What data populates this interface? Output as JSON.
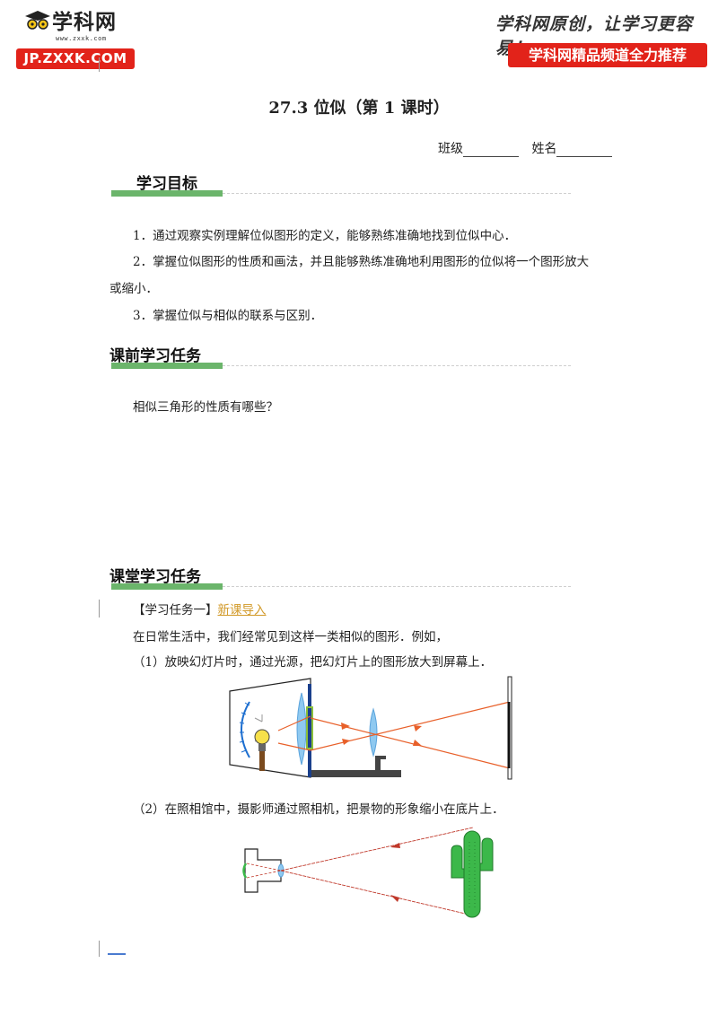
{
  "header": {
    "logo_text": "学科网",
    "logo_url": "www.zxxk.com",
    "logo_badge": "JP.ZXXK.COM",
    "slogan": "学科网原创，让学习更容易！",
    "promo": "学科网精品频道全力推荐"
  },
  "doc": {
    "title": "27.3    位似（第 1 课时）",
    "class_label": "班级",
    "name_label": "姓名"
  },
  "sections": {
    "goals": {
      "heading": "学习目标",
      "items": [
        "1．通过观察实例理解位似图形的定义，能够熟练准确地找到位似中心．",
        "2．掌握位似图形的性质和画法，并且能够熟练准确地利用图形的位似将一个图形放大",
        "或缩小．",
        "3．掌握位似与相似的联系与区别．"
      ]
    },
    "pre": {
      "heading": "课前学习任务",
      "question": "相似三角形的性质有哪些？"
    },
    "class": {
      "heading": "课堂学习任务",
      "task_label": "【学习任务一】",
      "task_link": "新课导入",
      "intro": "在日常生活中，我们经常见到这样一类相似的图形．例如，",
      "ex1": "（1）放映幻灯片时，通过光源，把幻灯片上的图形放大到屏幕上．",
      "ex2": "（2）在照相馆中，摄影师通过照相机，把景物的形象缩小在底片上．"
    }
  },
  "colors": {
    "brand_red": "#e2231a",
    "heading_bar": "#6bb56b",
    "link": "#d29a2a",
    "ray": "#e8602a",
    "lens": "#8fc9f0",
    "cactus": "#3cb84a"
  }
}
